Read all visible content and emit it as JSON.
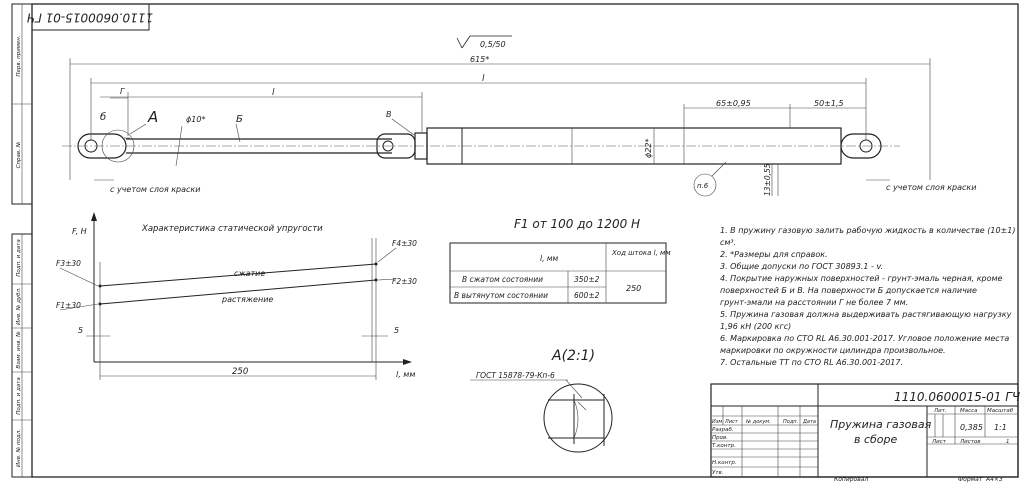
{
  "stamp_top": "1110.0600015-01 ГЧ",
  "side_labels": [
    "Перв. примен.",
    "Справ. №",
    "Подп. и дата",
    "Инв. № дубл.",
    "Взам. инв. №",
    "Подп. и дата",
    "Инв. № подл."
  ],
  "drawing": {
    "roughness": "0,5/50",
    "dim_615": "615*",
    "dim_l_total": "l",
    "dim_l_inner": "l",
    "dim_g": "Г",
    "label_b_small": "б",
    "label_a": "А",
    "dim_d10": "ϕ10*",
    "label_b": "Б",
    "label_v": "В",
    "dim_65": "65±0,95",
    "dim_50": "50±1,5",
    "dim_d22": "ϕ22*",
    "dim_13": "13±0,55",
    "label_p6": "п.6",
    "paint_left": "с учетом слоя краски",
    "paint_right": "с учетом слоя краски"
  },
  "characteristic": {
    "title": "Характеристика статической упругости",
    "y_axis": "F, Н",
    "x_axis": "l, мм",
    "f1": "F1±30",
    "f2": "F2±30",
    "f3": "F3±30",
    "f4": "F4±30",
    "compression": "сжатие",
    "extension": "растяжение",
    "dim_250": "250",
    "dim_5_left": "5",
    "dim_5_right": "5"
  },
  "force_title": "F1 от 100 до 1200 Н",
  "table": {
    "h_l": "l, мм",
    "h_stroke": "Ход штока l, мм",
    "row1_label": "В сжатом состоянии",
    "row1_val": "350±2",
    "row2_label": "В вытянутом состоянии",
    "row2_val": "600±2",
    "stroke_val": "250"
  },
  "detail": {
    "title": "А(2:1)",
    "gost": "ГОСТ 15878-79-Кп-6"
  },
  "notes": [
    "1. В пружину газовую залить рабочую жидкость в количестве (10±1)",
    "см³.",
    "2. *Размеры для справок.",
    "3. Общие допуски по ГОСТ 30893.1 - v.",
    "4. Покрытие наружных поверхностей - грунт-эмаль черная, кроме",
    "поверхностей Б и В. На поверхности Б допускается наличие",
    "грунт-эмали на расстоянии Г не более 7 мм.",
    "5. Пружина газовая должна выдерживать растягивающую нагрузку",
    "1,96 кН (200 кгс)",
    "6. Маркировка по СТО RL А6.30.001-2017. Угловое положение места",
    "маркировки по окружности цилиндра произвольное.",
    "7. Остальные ТТ по СТО RL А6.30.001-2017."
  ],
  "title_block": {
    "designation": "1110.0600015-01 ГЧ",
    "name_line1": "Пружина газовая",
    "name_line2": "в сборе",
    "col_headers": [
      "Изм",
      "Лист",
      "№ докум.",
      "Подп.",
      "Дата"
    ],
    "roles": [
      "Разраб.",
      "Пров.",
      "Т.контр.",
      "",
      "Н.контр.",
      "Утв."
    ],
    "lit_label": "Лит.",
    "mass_label": "Масса",
    "scale_label": "Масштаб",
    "mass_value": "0,385",
    "scale_value": "1:1",
    "sheet_label": "Лист",
    "sheets_label": "Листов",
    "sheets_value": "1",
    "copied": "Копировал",
    "format_label": "Формат",
    "format_value": "А4×3"
  }
}
